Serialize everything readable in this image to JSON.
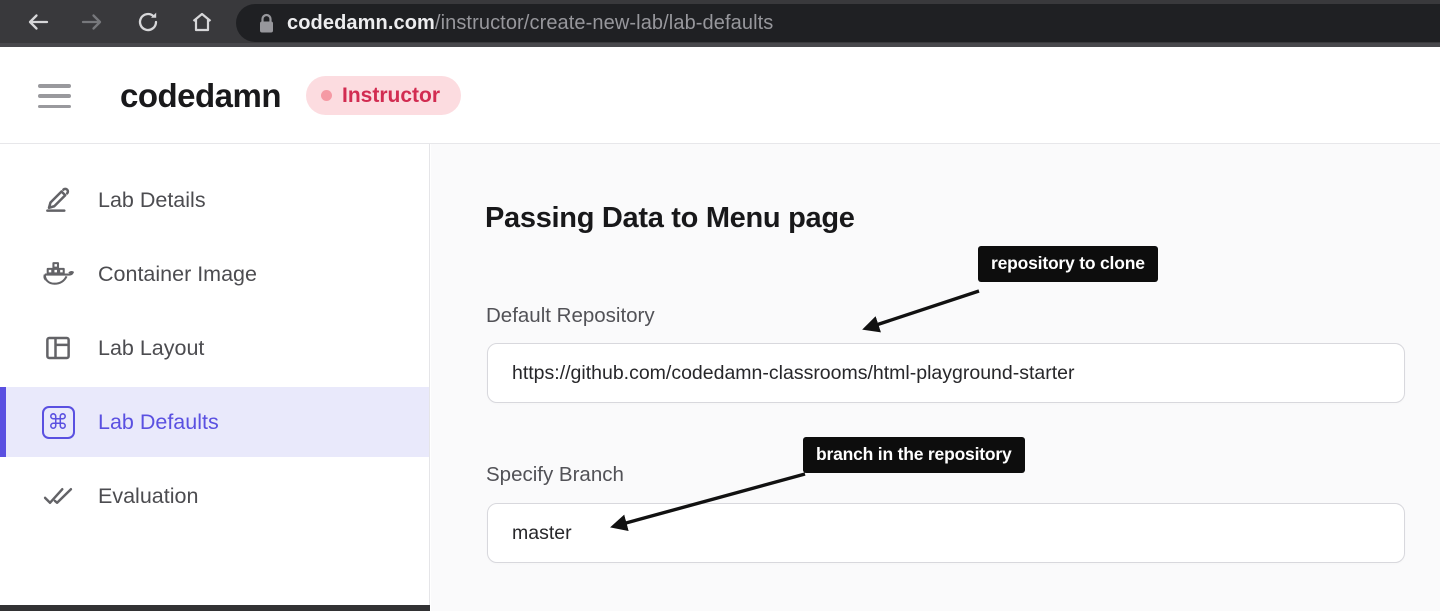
{
  "browser": {
    "url_host": "codedamn.com",
    "url_path": "/instructor/create-new-lab/lab-defaults"
  },
  "header": {
    "brand": "codedamn",
    "badge_label": "Instructor"
  },
  "sidebar": {
    "items": [
      {
        "label": "Lab Details",
        "icon": "pencil-icon",
        "active": false
      },
      {
        "label": "Container Image",
        "icon": "docker-whale-icon",
        "active": false
      },
      {
        "label": "Lab Layout",
        "icon": "layout-icon",
        "active": false
      },
      {
        "label": "Lab Defaults",
        "icon": "command-icon",
        "active": true
      },
      {
        "label": "Evaluation",
        "icon": "double-check-icon",
        "active": false
      }
    ],
    "command_glyph": "⌘"
  },
  "main": {
    "heading": "Passing Data to Menu page",
    "fields": [
      {
        "label": "Default Repository",
        "value": "https://github.com/codedamn-classrooms/html-playground-starter",
        "annotation": "repository to clone"
      },
      {
        "label": "Specify Branch",
        "value": "master",
        "annotation": "branch in the repository"
      }
    ]
  },
  "colors": {
    "accent_purple": "#5a50e1",
    "active_item_bg": "#e9e9fb",
    "badge_bg": "#fcdce0",
    "badge_text": "#d22c51",
    "badge_dot": "#f59aa4",
    "chrome_bg": "#39393c",
    "chrome_pill_bg": "#1f2023",
    "annotation_bg": "#0d0d0d",
    "main_bg": "#fafafb"
  }
}
